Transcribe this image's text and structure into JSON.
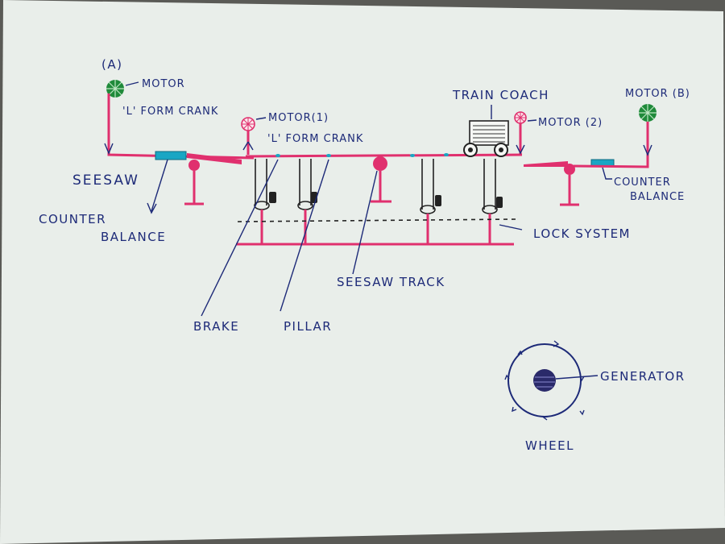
{
  "colors": {
    "paper": "#e9eeea",
    "track": "#e0306e",
    "ink": "#1d2a78",
    "counter_balance": "#19a6c4",
    "motor_ab": "#1f8a3a"
  },
  "labels": {
    "motor_a_tag": "(A)",
    "motor_a": "MOTOR",
    "crank_a": "'L' FORM CRANK",
    "seesaw": "SEESAW",
    "counter_balance_left_1": "COUNTER",
    "counter_balance_left_2": "BALANCE",
    "motor_1": "MOTOR(1)",
    "crank_1": "'L' FORM CRANK",
    "train_coach": "TRAIN COACH",
    "motor_2": "MOTOR (2)",
    "motor_b": "MOTOR (B)",
    "counter_balance_right_1": "COUNTER",
    "counter_balance_right_2": "BALANCE",
    "lock_system": "LOCK SYSTEM",
    "seesaw_track": "SEESAW TRACK",
    "brake": "BRAKE",
    "pillar": "PILLAR",
    "generator": "GENERATOR",
    "wheel": "WHEEL"
  }
}
